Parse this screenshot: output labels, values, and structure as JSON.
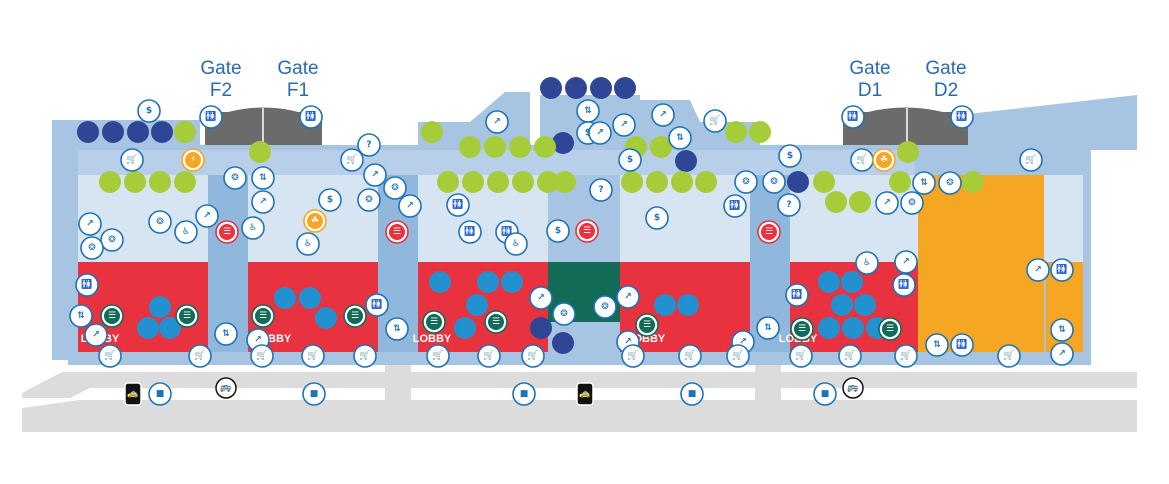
{
  "gates": [
    {
      "id": "F2",
      "line1": "Gate",
      "line2": "F2"
    },
    {
      "id": "F1",
      "line1": "Gate",
      "line2": "F1"
    },
    {
      "id": "D1",
      "line1": "Gate",
      "line2": "D1"
    },
    {
      "id": "D2",
      "line1": "Gate",
      "line2": "D2"
    }
  ],
  "lobby_text": "LOBBY",
  "legend_colors": {
    "building": "#d7e4f2",
    "corridor": "#8fb8dc",
    "lobby_red": "#e8323f",
    "garage_green": "#116b57",
    "orange_zone": "#f5a623",
    "gate_hold": "#6b6b6b",
    "road": "#dcdcdc",
    "green_dot": "#a6cc3a",
    "navy_dot": "#2f4696",
    "blue_dot": "#2391cf",
    "icon_blue": "#1d73b8"
  },
  "icon_types": [
    "restroom-icon",
    "atm-icon",
    "escalator-icon",
    "elevator-icon",
    "baggage-cart-icon",
    "info-icon",
    "accessibility-icon",
    "pet-relief-icon",
    "charging-icon",
    "taxi-icon",
    "bus-icon",
    "rideshare-icon",
    "stroller-icon",
    "seating-icon"
  ]
}
